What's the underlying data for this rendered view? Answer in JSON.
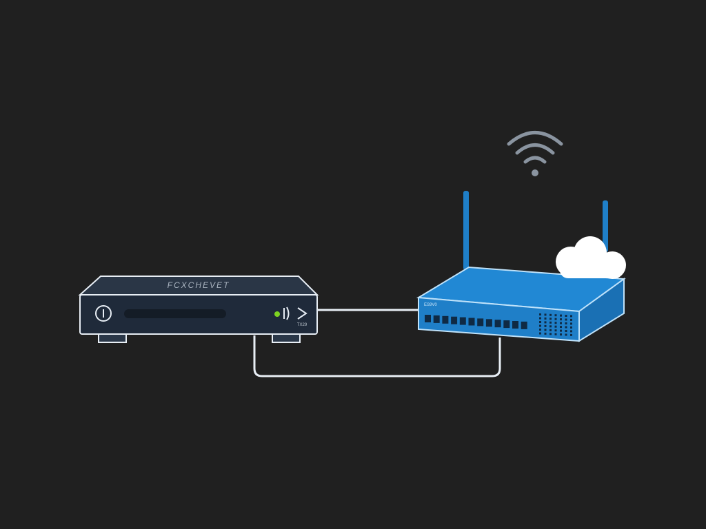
{
  "settop_box": {
    "brand": "FCXCHEVET",
    "port_label": "TX29",
    "led_color": "#7ed321"
  },
  "router": {
    "label": "ES9V0",
    "color": "#1f7fc8"
  },
  "colors": {
    "background": "#202020",
    "settop_body": "#1f2a3a",
    "outline": "#e8eef5",
    "wifi": "#8a94a0",
    "cloud": "#ffffff"
  }
}
